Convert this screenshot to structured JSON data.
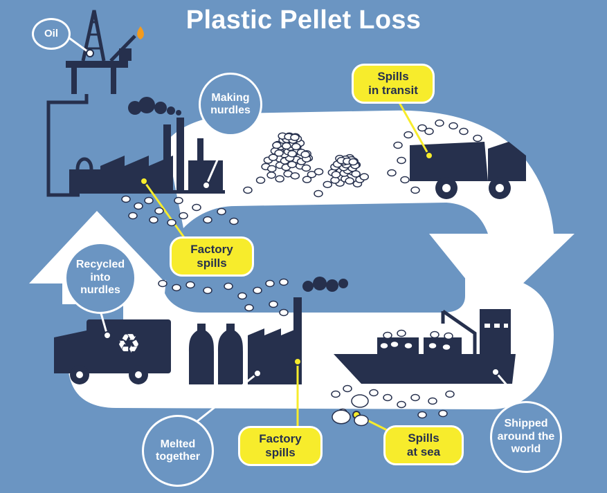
{
  "title": "Plastic Pellet Loss",
  "colors": {
    "background": "#6b95c2",
    "arrow": "#ffffff",
    "industry": "#26304d",
    "callout_yellow": "#f7ec2c",
    "callout_outline": "#ffffff"
  },
  "labels": {
    "oil": "Oil",
    "making_nurdles": "Making\nnurdles",
    "spills_in_transit": "Spills\nin transit",
    "factory_spills_top": "Factory\nspills",
    "recycled_into_nurdles": "Recycled\ninto\nnurdles",
    "melted_together": "Melted\ntogether",
    "factory_spills_bottom": "Factory\nspills",
    "spills_at_sea": "Spills\nat sea",
    "shipped_around_the_world": "Shipped\naround the\nworld"
  },
  "icons": [
    "oil-rig-icon",
    "flame-icon",
    "factory-icon",
    "smoke-icon",
    "pellet-pile-icon",
    "dump-truck-icon",
    "recycling-truck-icon",
    "recycle-symbol-icon",
    "plastic-bottle-icon",
    "cargo-ship-icon",
    "crane-icon",
    "nurdle-icon"
  ]
}
